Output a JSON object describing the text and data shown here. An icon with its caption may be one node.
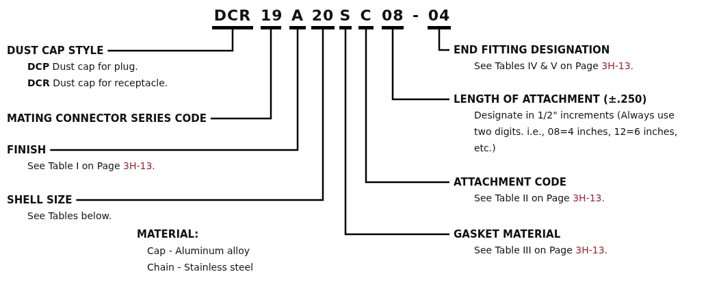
{
  "diagram": {
    "nodes": [
      {
        "text": [
          "DCR"
        ]
      },
      {
        "text": [
          "19"
        ]
      },
      {
        "text": [
          "A"
        ]
      },
      {
        "text": [
          "20"
        ]
      },
      {
        "text": [
          "S"
        ]
      },
      {
        "text": [
          "C"
        ]
      },
      {
        "text": [
          "08"
        ]
      },
      {
        "text": [
          "04"
        ]
      },
      {
        "text": [
          "DUST CAP STYLE",
          "**DCP** Dust cap for plug.",
          "**DCR** Dust cap for receptacle."
        ]
      },
      {
        "text": [
          "MATING CONNECTOR SERIES CODE"
        ]
      },
      {
        "text": [
          "FINISH",
          "See Table I on Page",
          "3H-13."
        ]
      },
      {
        "text": [
          "SHELL SIZE",
          "See Tables below."
        ]
      },
      {
        "text": [
          "END FITTING DESIGNATION",
          "See Tables IV & V on Page",
          "3H-13."
        ]
      },
      {
        "text": [
          "LENGTH OF ATTACHMENT (±.250)",
          "Designate in 1/2\" increments (Always use two digits. i.e., 08=4 inches, 12=6 inches, etc.)"
        ]
      },
      {
        "text": [
          "ATTACHMENT CODE",
          "See Table II on Page",
          "3H-13."
        ]
      },
      {
        "text": [
          "GASKET MATERIAL",
          "See Table III on Page",
          "3H-13."
        ]
      }
    ],
    "edges": [
      {
        "from": 8,
        "to": 0,
        "arrow": "none"
      },
      {
        "from": 9,
        "to": 1,
        "arrow": "none"
      },
      {
        "from": 10,
        "to": 2,
        "arrow": "none"
      },
      {
        "from": 11,
        "to": 3,
        "arrow": "none"
      },
      {
        "from": 12,
        "to": 7,
        "arrow": "none"
      },
      {
        "from": 13,
        "to": 6,
        "arrow": "none"
      },
      {
        "from": 14,
        "to": 5,
        "arrow": "none"
      },
      {
        "from": 15,
        "to": 4,
        "arrow": "none"
      }
    ],
    "labels": [
      "-",
      "MATERIAL:",
      "Cap - Aluminum alloy",
      "Chain - Stainless steel"
    ]
  }
}
